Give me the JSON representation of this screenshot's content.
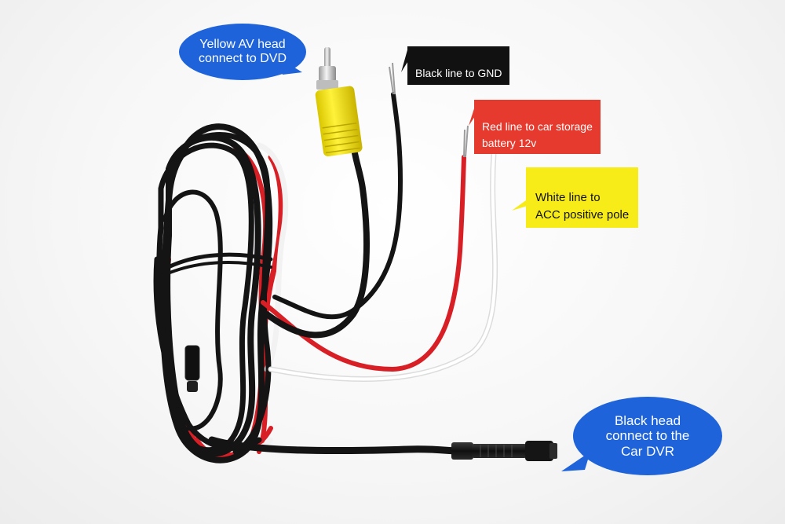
{
  "callouts": {
    "yellow_av": {
      "text": "Yellow AV head\nconnect to DVD",
      "color": "#1e63d9"
    },
    "black_gnd": {
      "text": "Black line to GND",
      "color": "#111111"
    },
    "red_battery": {
      "text": "Red line to car storage\nbattery 12v",
      "color": "#e53a2d"
    },
    "white_acc": {
      "text": "White line to\nACC positive pole",
      "color": "#f7ec17"
    },
    "black_head": {
      "text": "Black head\nconnect to the\nCar DVR",
      "color": "#1e63d9"
    }
  },
  "wire_colors": {
    "black": "#141414",
    "red": "#d81f26",
    "white": "#f2f2f2",
    "rca_yellow": "#f4e400",
    "rca_metal": "#c9c9c9"
  }
}
